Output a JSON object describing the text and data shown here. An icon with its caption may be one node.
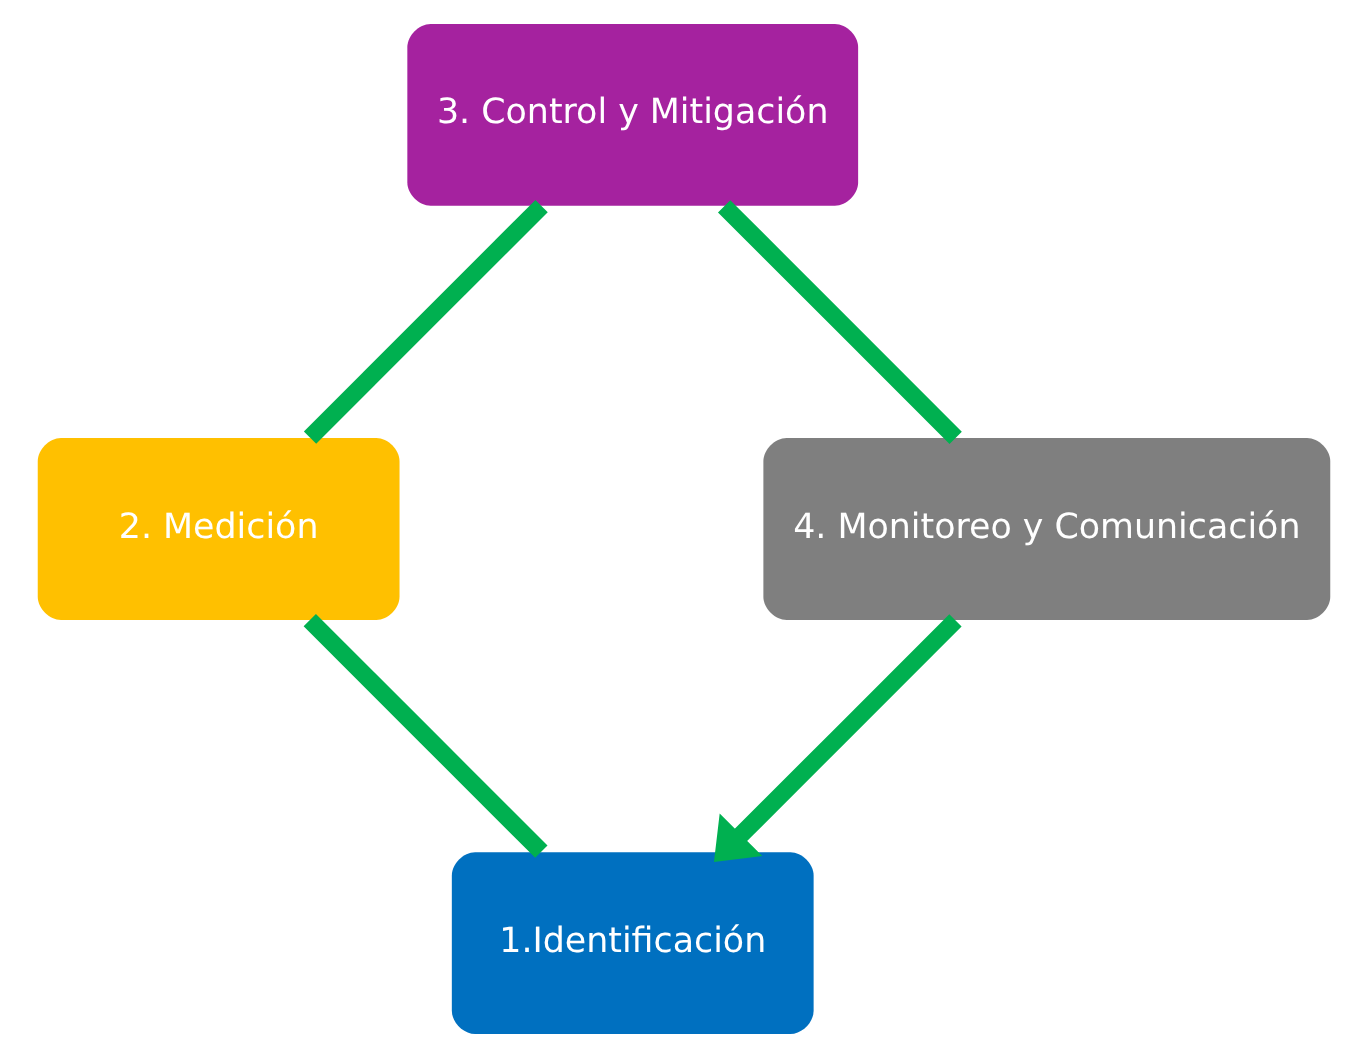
{
  "diagram": {
    "nodes": [
      {
        "text": [
          "1.Identificación"
        ]
      },
      {
        "text": [
          "2. Medición"
        ]
      },
      {
        "text": [
          "3. Control y Mitigación"
        ]
      },
      {
        "text": [
          "4. Monitoreo y Comunicación"
        ]
      }
    ],
    "edges": [
      {
        "from": 0,
        "to": 1,
        "arrow": "none"
      },
      {
        "from": 1,
        "to": 2,
        "arrow": "none"
      },
      {
        "from": 2,
        "to": 3,
        "arrow": "none"
      },
      {
        "from": 3,
        "to": 0,
        "arrow": "to"
      }
    ]
  }
}
